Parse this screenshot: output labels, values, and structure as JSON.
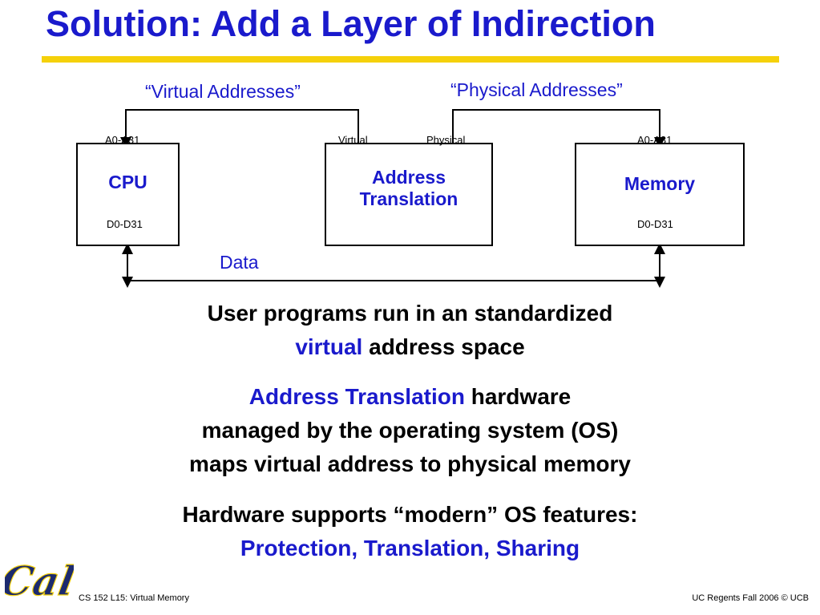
{
  "slide": {
    "title": "Solution:  Add a Layer of Indirection",
    "footer_left": "CS 152 L15: Virtual Memory",
    "footer_right": "UC Regents Fall 2006 © UCB",
    "logo_text": "Cal",
    "colors": {
      "title": "#1a1acc",
      "accent_rule": "#f5d10a",
      "highlight": "#1a1acc",
      "logo": "#1c2a6e"
    }
  },
  "diagram": {
    "virtual_label": "“Virtual Addresses”",
    "physical_label": "“Physical Addresses”",
    "data_label": "Data",
    "cpu": {
      "name": "CPU",
      "addr_pins": "A0-A31",
      "data_pins": "D0-D31"
    },
    "translator": {
      "name_line1": "Address",
      "name_line2": "Translation",
      "in_label": "Virtual",
      "out_label": "Physical"
    },
    "memory": {
      "name": "Memory",
      "addr_pins": "A0-A31",
      "data_pins": "D0-D31"
    }
  },
  "text": {
    "p1_line1": "User programs run in an standardized",
    "p1_hl": "virtual",
    "p1_rest": " address space",
    "p2_hl": "Address Translation",
    "p2_rest": " hardware",
    "p2_line2": "managed by the operating system (OS)",
    "p2_line3": "maps virtual address to physical memory",
    "p3_line1": "Hardware supports “modern” OS features:",
    "p3_line2": "Protection, Translation, Sharing"
  }
}
